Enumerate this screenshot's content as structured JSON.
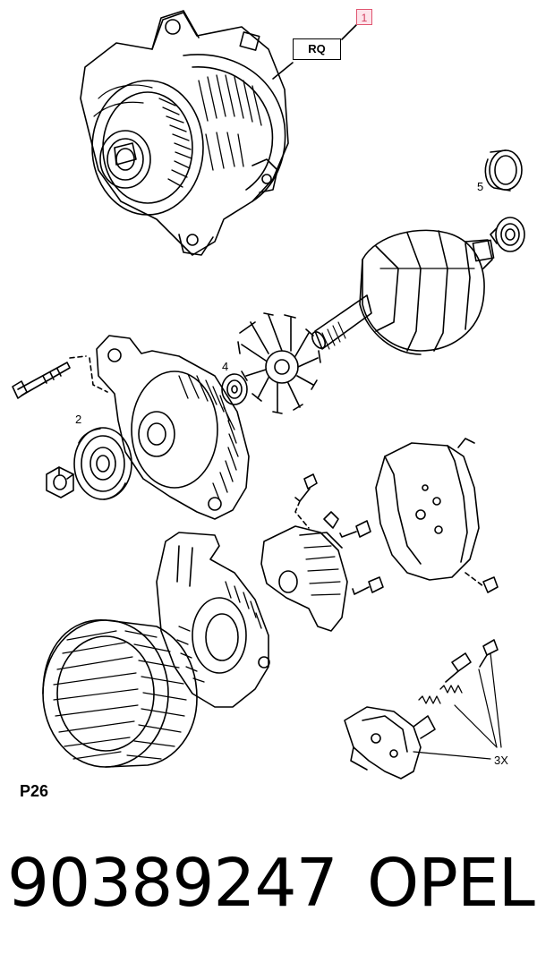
{
  "diagram": {
    "callout_ref": "1",
    "reference_box": "RQ",
    "item_labels": {
      "item_2": "2",
      "item_4": "4",
      "item_5": "5",
      "quantity": "3X"
    },
    "page_code": "P26"
  },
  "footer": {
    "part_number": "90389247",
    "brand": "OPEL"
  }
}
